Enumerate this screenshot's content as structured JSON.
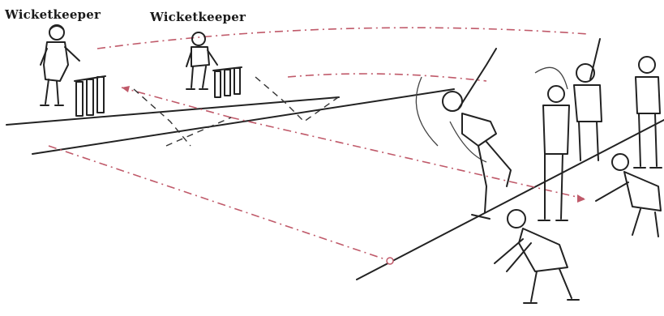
{
  "labels": {
    "left_keeper": "Wicketkeeper",
    "right_keeper": "Wicketkeeper"
  },
  "colors": {
    "ink": "#222222",
    "dash_red": "#c05a6a",
    "dash_dark": "#333333",
    "background": "#ffffff"
  },
  "figures": [
    "wicketkeeper-left",
    "wicketkeeper-right",
    "bowler",
    "fielder-standing-1",
    "fielder-standing-2",
    "fielder-standing-3",
    "fielder-crouching-right",
    "fielder-crouching-front"
  ]
}
